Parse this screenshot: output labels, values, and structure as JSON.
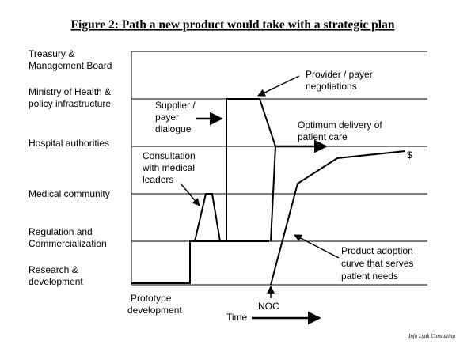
{
  "title": "Figure 2: Path a new product would take with a strategic plan",
  "rows": [
    {
      "line1": "Treasury &",
      "line2": "Management Board"
    },
    {
      "line1": "Ministry of Health &",
      "line2": "policy infrastructure"
    },
    {
      "line1": "Hospital authorities",
      "line2": ""
    },
    {
      "line1": "Medical community",
      "line2": ""
    },
    {
      "line1": "Regulation and",
      "line2": "Commercialization"
    },
    {
      "line1": "Research &",
      "line2": "development"
    }
  ],
  "annotations": {
    "provider_payer": {
      "line1": "Provider / payer",
      "line2": "negotiations"
    },
    "supplier_payer": {
      "line1": "Supplier /",
      "line2": "payer",
      "line3": "dialogue"
    },
    "optimum_delivery": {
      "line1": "Optimum delivery of",
      "line2": "patient care"
    },
    "dollar": "$",
    "consultation": {
      "line1": "Consultation",
      "line2": "with medical",
      "line3": "leaders"
    },
    "adoption_curve": {
      "line1": "Product adoption",
      "line2": "curve that serves",
      "line3": "patient needs"
    },
    "prototype": {
      "line1": "Prototype",
      "line2": "development"
    },
    "noc": "NOC",
    "time": "Time"
  },
  "credit": "Info Lynk Consulting"
}
